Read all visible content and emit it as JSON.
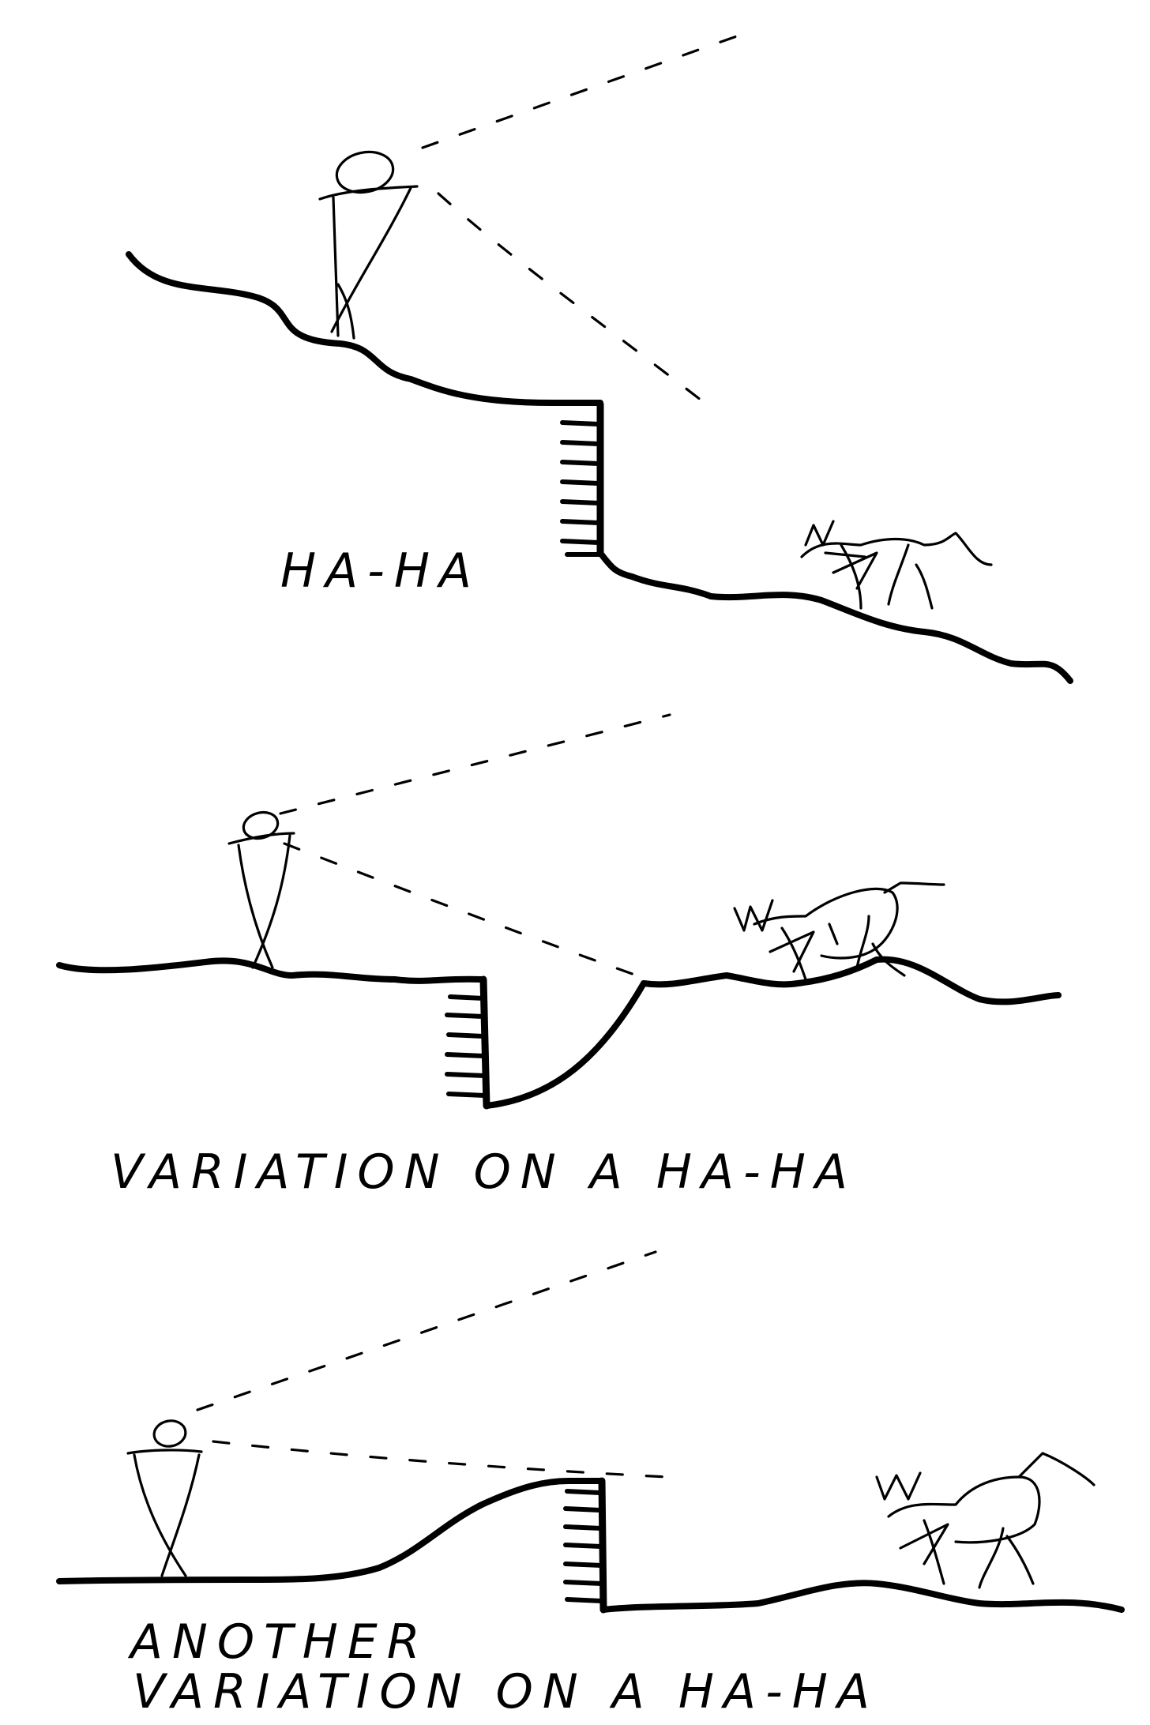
{
  "panels": [
    {
      "caption_lines": [
        "HA-HA"
      ]
    },
    {
      "caption_lines": [
        "VARIATION ON A HA-HA"
      ]
    },
    {
      "caption_lines": [
        "ANOTHER",
        "VARIATION ON A HA-HA"
      ]
    }
  ],
  "colors": {
    "ink": "#000000",
    "paper": "#ffffff"
  }
}
